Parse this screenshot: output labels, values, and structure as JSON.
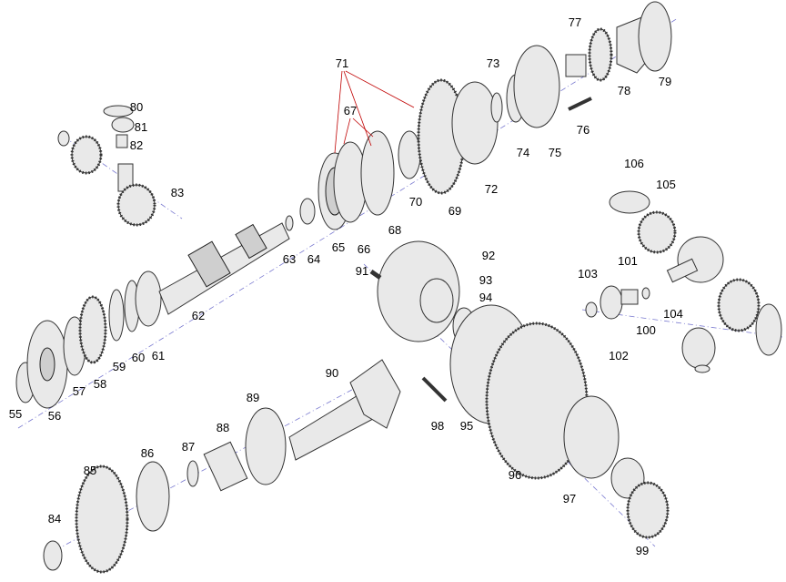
{
  "diagram": {
    "type": "exploded-parts-view",
    "part_numbers": [
      "71",
      "67",
      "73",
      "77",
      "79",
      "78",
      "80",
      "81",
      "82",
      "83",
      "74",
      "75",
      "76",
      "70",
      "69",
      "72",
      "68",
      "65",
      "66",
      "63",
      "64",
      "106",
      "105",
      "92",
      "91",
      "93",
      "94",
      "101",
      "103",
      "104",
      "100",
      "102",
      "62",
      "61",
      "60",
      "59",
      "58",
      "57",
      "56",
      "55",
      "90",
      "89",
      "98",
      "95",
      "96",
      "97",
      "88",
      "87",
      "86",
      "85",
      "84",
      "99"
    ]
  }
}
